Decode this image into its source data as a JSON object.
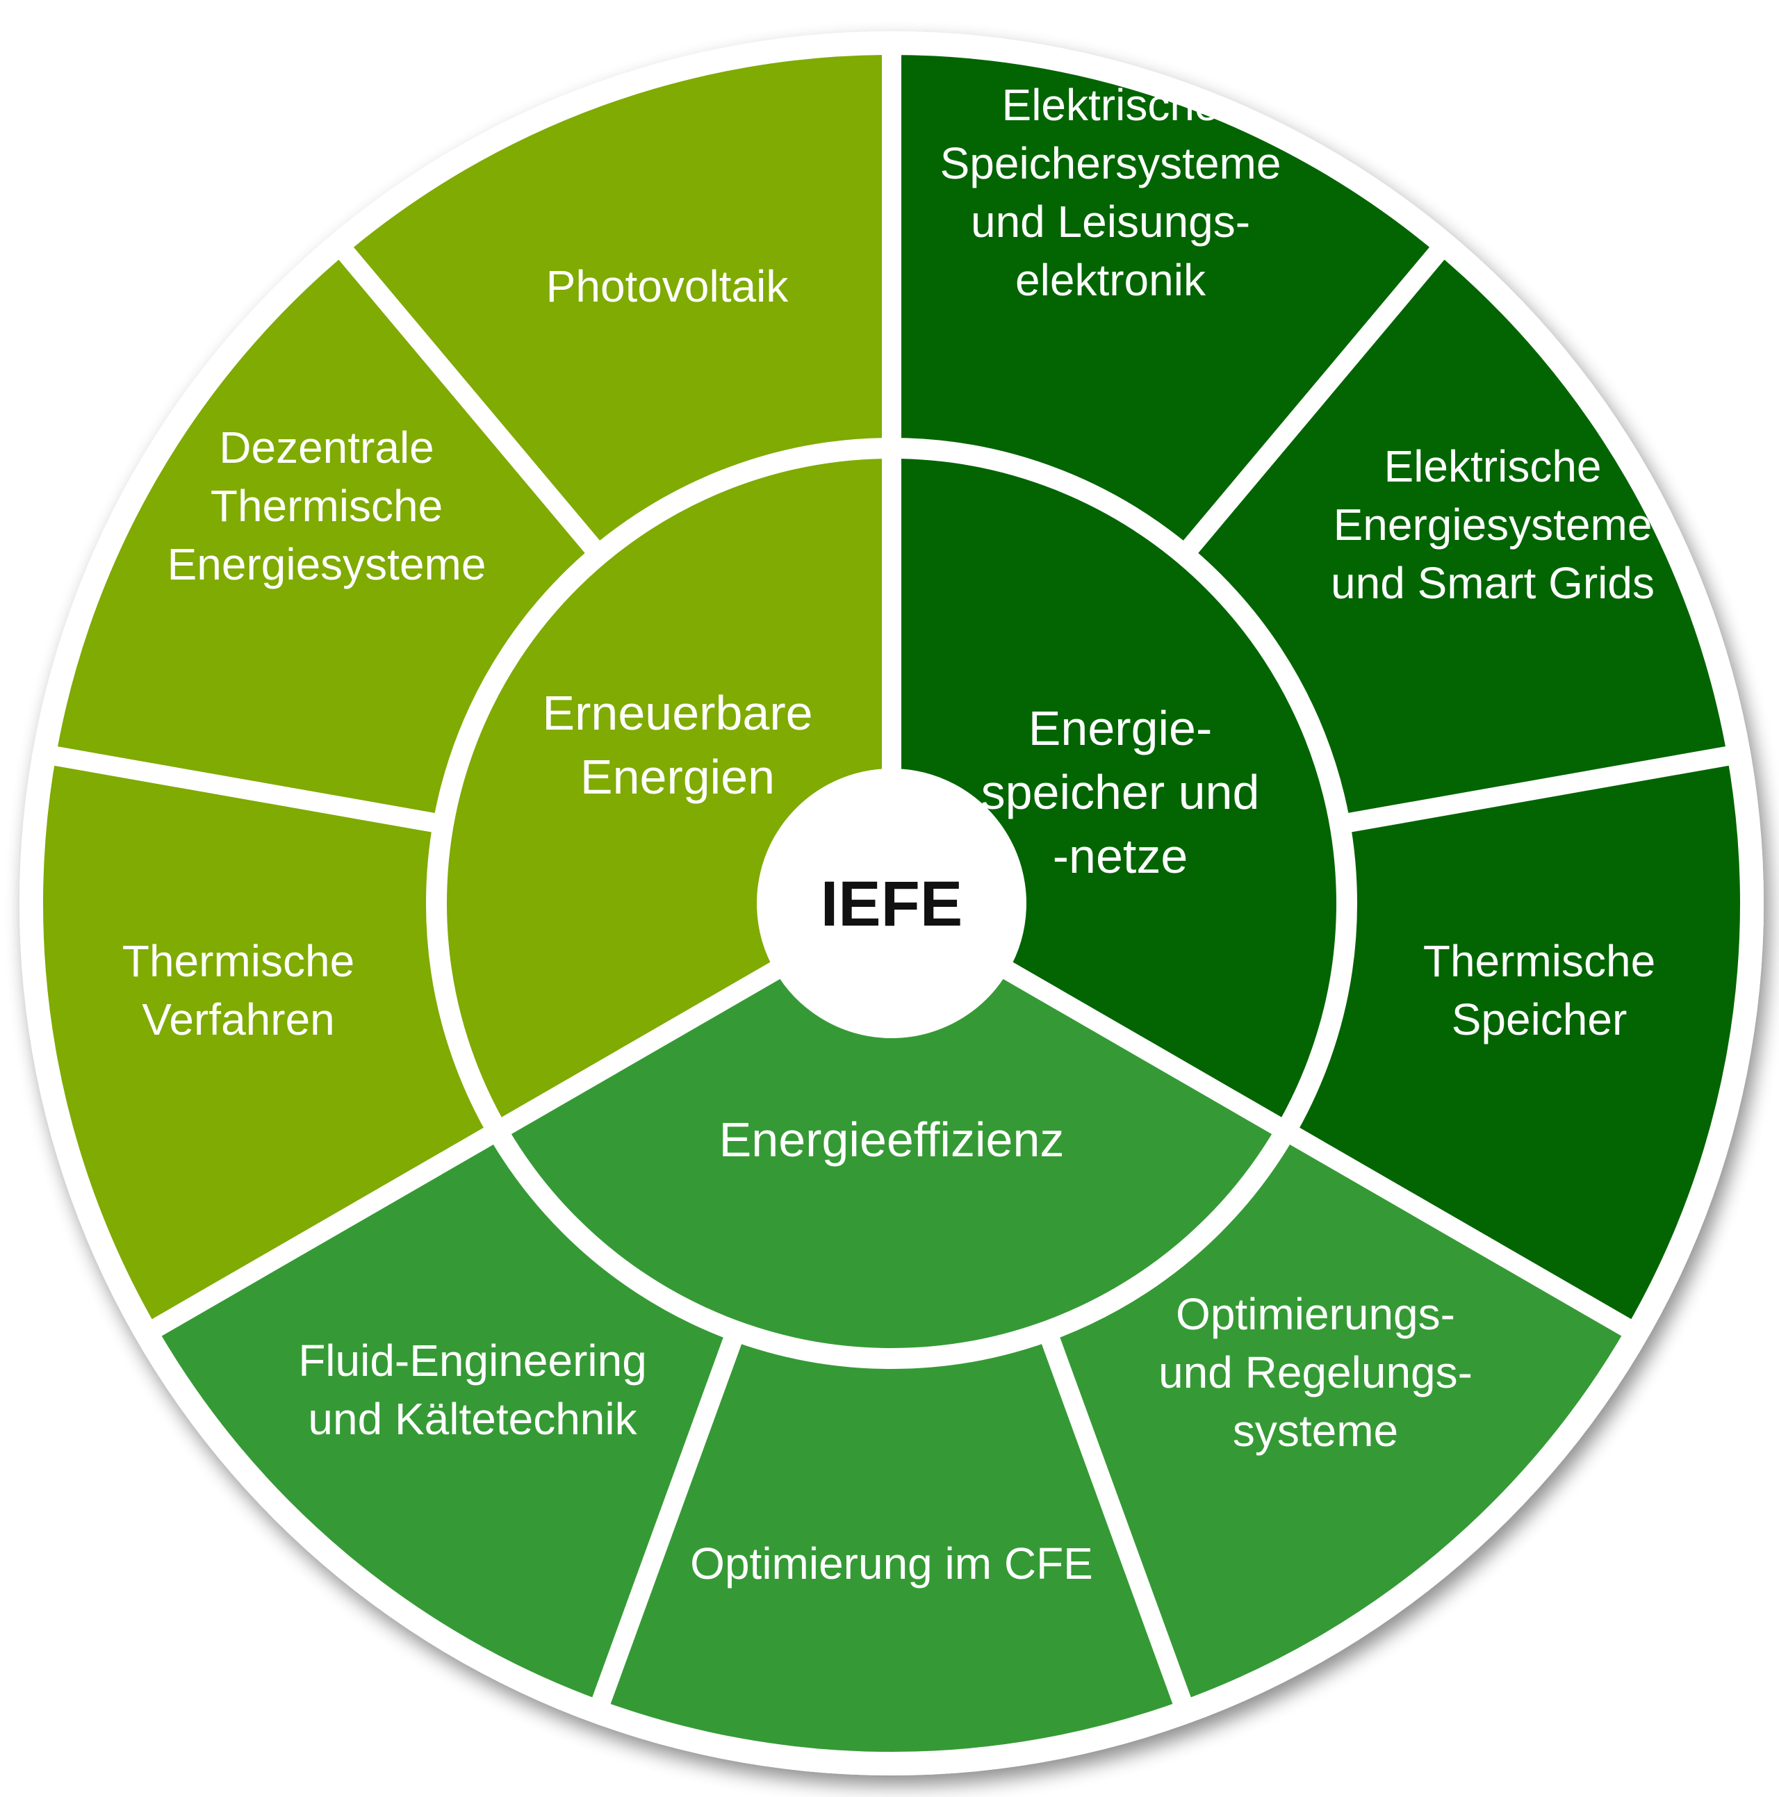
{
  "center": {
    "label": "IEFE"
  },
  "colors": {
    "renewable": "#7fab02",
    "storage": "#026502",
    "efficiency": "#359a35",
    "separator": "#ffffff",
    "center_fill": "#ffffff",
    "center_text": "#111111"
  },
  "inner_sectors": [
    {
      "id": "renewable",
      "lines": [
        "Erneuerbare",
        "Energien"
      ]
    },
    {
      "id": "storage",
      "lines": [
        "Energie-",
        "speicher und",
        "-netze"
      ]
    },
    {
      "id": "efficiency",
      "lines": [
        "Energieeffizienz"
      ]
    }
  ],
  "outer_sectors": [
    {
      "group": "storage",
      "lines": [
        "Elektrische",
        "Speichersysteme",
        "und Leisungs-",
        "elektronik"
      ]
    },
    {
      "group": "storage",
      "lines": [
        "Elektrische",
        "Energiesysteme",
        "und Smart Grids"
      ]
    },
    {
      "group": "storage",
      "lines": [
        "Thermische",
        "Speicher"
      ]
    },
    {
      "group": "efficiency",
      "lines": [
        "Optimierungs-",
        "und Regelungs-",
        "systeme"
      ]
    },
    {
      "group": "efficiency",
      "lines": [
        "Optimierung im CFE"
      ]
    },
    {
      "group": "efficiency",
      "lines": [
        "Fluid-Engineering",
        "und Kältetechnik"
      ]
    },
    {
      "group": "renewable",
      "lines": [
        "Thermische",
        "Verfahren"
      ]
    },
    {
      "group": "renewable",
      "lines": [
        "Dezentrale",
        "Thermische",
        "Energiesysteme"
      ]
    },
    {
      "group": "renewable",
      "lines": [
        "Photovoltaik"
      ]
    }
  ]
}
